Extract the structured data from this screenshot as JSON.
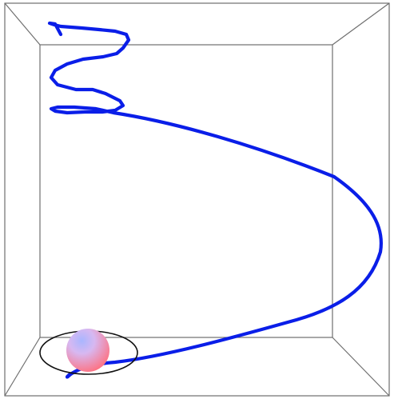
{
  "scene": {
    "colors": {
      "background": "#ffffff",
      "box_edge": "#6f6f6f",
      "trajectory": "#0a1ee8",
      "orbit_ring": "#111111",
      "sphere_highlight": "#a9b6ff",
      "sphere_mid": "#d7b8f1",
      "sphere_shadow": "#ff6f7d"
    },
    "objects": [
      "3d-box-wireframe",
      "trajectory-curve",
      "orbit-ring",
      "shaded-sphere"
    ]
  }
}
